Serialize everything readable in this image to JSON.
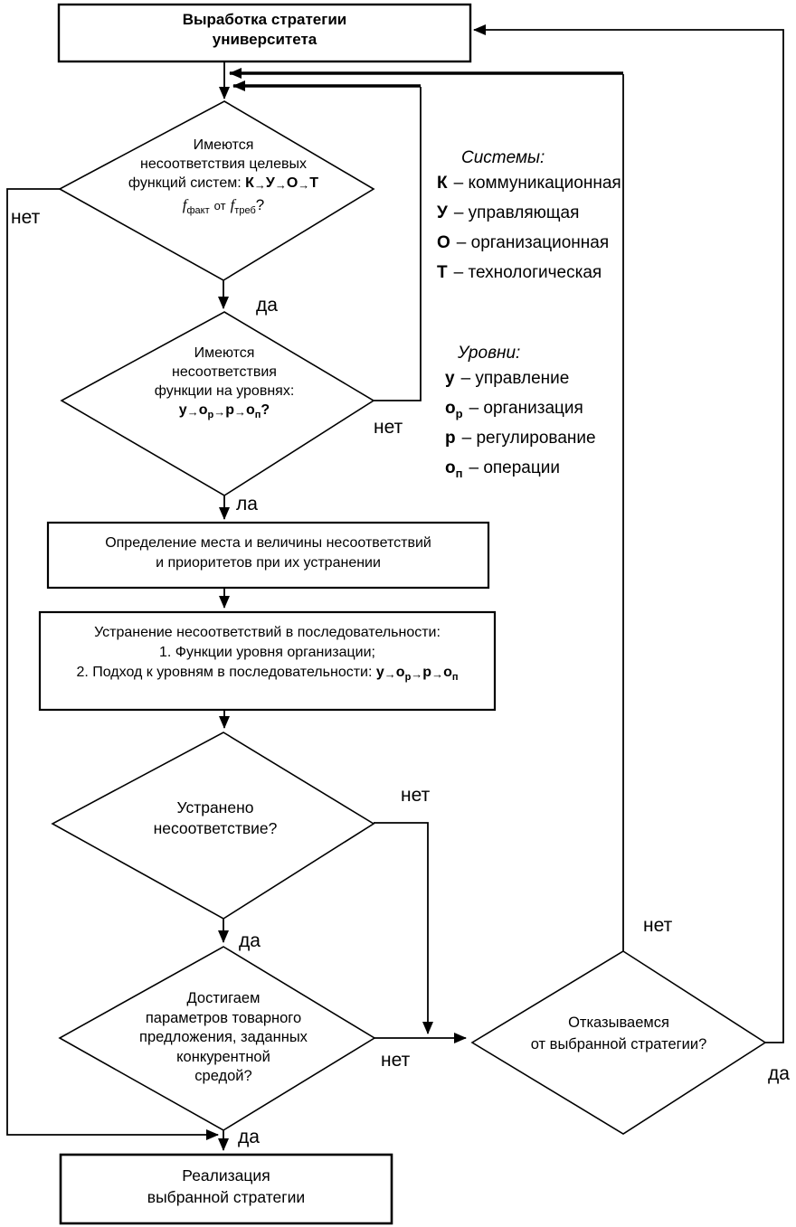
{
  "sym": {
    "arrow": "→"
  },
  "top_box": {
    "l1": "Выработка стратегии",
    "l2": "университета"
  },
  "d1": {
    "l1": "Имеются",
    "l2": "несоответствия целевых",
    "l3_text": "функций систем:",
    "seq": {
      "a": "К",
      "b": "У",
      "c": "О",
      "d": "Т"
    },
    "f1": "f",
    "f1_sub": "факт",
    "f_mid": "от",
    "f2": "f",
    "f2_sub": "треб",
    "f_q": "?"
  },
  "legend_systems": {
    "title": "Системы:",
    "items": [
      {
        "key": "К",
        "sub": "",
        "label": "– коммуникационная"
      },
      {
        "key": "У",
        "sub": "",
        "label": "– управляющая"
      },
      {
        "key": "О",
        "sub": "",
        "label": "– организационная"
      },
      {
        "key": "Т",
        "sub": "",
        "label": "– технологическая"
      }
    ]
  },
  "d2": {
    "l1": "Имеются",
    "l2": "несоответствия",
    "l3": "функции на уровнях:",
    "seq": {
      "a": "у",
      "b": "о",
      "bsub": "р",
      "c": "р",
      "d": "о",
      "dsub": "п",
      "q": "?"
    }
  },
  "legend_levels": {
    "title": "Уровни:",
    "items": [
      {
        "key": "у",
        "sub": "",
        "label": "– управление"
      },
      {
        "key": "о",
        "sub": "р",
        "label": "– организация"
      },
      {
        "key": "р",
        "sub": "",
        "label": "– регулирование"
      },
      {
        "key": "о",
        "sub": "п",
        "label": "– операции"
      }
    ]
  },
  "box1": {
    "l1": "Определение места и величины несоответствий",
    "l2": "и приоритетов при их устранении"
  },
  "box2": {
    "l1": "Устранение несоответствий в последовательности:",
    "l2": "1. Функции уровня организации;",
    "l3": "2. Подход к уровням в последовательности:",
    "seq": {
      "a": "у",
      "b": "о",
      "bsub": "р",
      "c": "р",
      "d": "о",
      "dsub": "п"
    }
  },
  "d3": {
    "l1": "Устранено",
    "l2": "несоответствие?"
  },
  "d4": {
    "l1": "Достигаем",
    "l2": "параметров товарного",
    "l3": "предложения, заданных",
    "l4": "конкурентной",
    "l5": "средой?"
  },
  "d5": {
    "l1": "Отказываемся",
    "l2": "от выбранной стратегии?"
  },
  "bottom_box": {
    "l1": "Реализация",
    "l2": "выбранной стратегии"
  },
  "labels": {
    "da_d1": "да",
    "la_d2": "ла",
    "net_left": "нет",
    "net_d2": "нет",
    "da_d3": "да",
    "net_d3": "нет",
    "net_d4": "нет",
    "da_d4": "да",
    "net_d5": "нет",
    "da_d5": "да"
  },
  "colors": {
    "line": "#000000",
    "background": "#ffffff"
  }
}
